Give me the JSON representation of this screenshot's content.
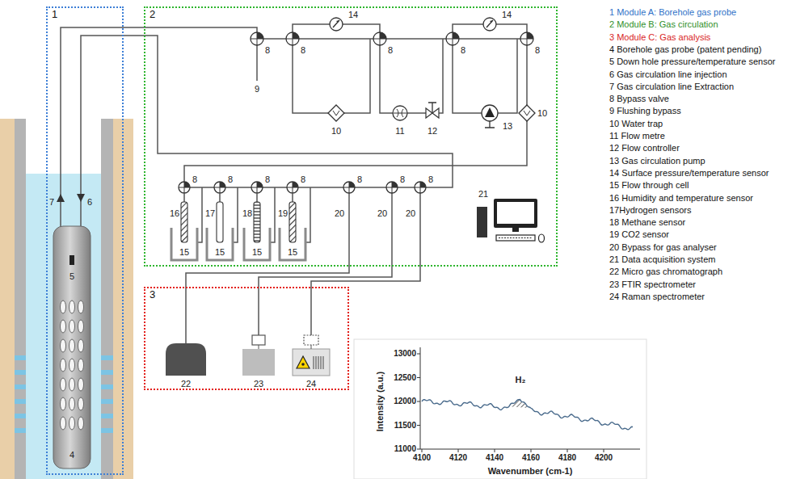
{
  "diagram": {
    "nodes": [
      {
        "text": [
          "1"
        ]
      },
      {
        "text": [
          "2"
        ]
      },
      {
        "text": [
          "3"
        ]
      }
    ],
    "edges": [
      {
        "from": 0,
        "to": 1,
        "arrow": "none"
      },
      {
        "from": 0,
        "to": 1,
        "arrow": "none"
      },
      {
        "from": 1,
        "to": 2,
        "arrow": "none"
      },
      {
        "from": 1,
        "to": 2,
        "arrow": "none"
      },
      {
        "from": 1,
        "to": 2,
        "arrow": "none"
      }
    ],
    "labels": [
      "4",
      "5",
      "7",
      "6",
      "8",
      "8",
      "8",
      "8",
      "8",
      "9",
      "10",
      "11",
      "12",
      "13",
      "10",
      "14",
      "14",
      "8",
      "8",
      "8",
      "8",
      "8",
      "8",
      "8",
      "15",
      "15",
      "15",
      "15",
      "16",
      "17",
      "18",
      "19",
      "20",
      "20",
      "20",
      "21",
      "22",
      "23",
      "24",
      "13000",
      "12500",
      "12000",
      "11500",
      "11000",
      "Intensity (a.u.)",
      "H₂",
      "4100",
      "4120",
      "4140",
      "4160",
      "4180",
      "4200",
      "Wavenumber (cm-1)",
      "1 Module A: Borehole gas probe",
      "2 Module B: Gas circulation",
      "3 Module C: Gas analysis",
      "4 Borehole gas probe (patent pending)",
      "5 Down hole pressure/temperature sensor",
      "6 Gas circulation line injection",
      "7 Gas circulation line Extraction",
      "8 Bypass valve",
      "9 Flushing bypass",
      "10 Water trap",
      "11 Flow metre",
      "12 Flow controller",
      "13 Gas circulation pump",
      "14 Surface pressure/temperature sensor",
      "15 Flow through cell",
      "16 Humidity and temperature sensor",
      "17Hydrogen sensors",
      "18 Methane sensor",
      "19 CO2 sensor",
      "20 Bypass for gas analyser",
      "21 Data acquisition system",
      "22 Micro gas chromatograph",
      "23 FTIR spectrometer",
      "24 Raman spectrometer"
    ]
  }
}
